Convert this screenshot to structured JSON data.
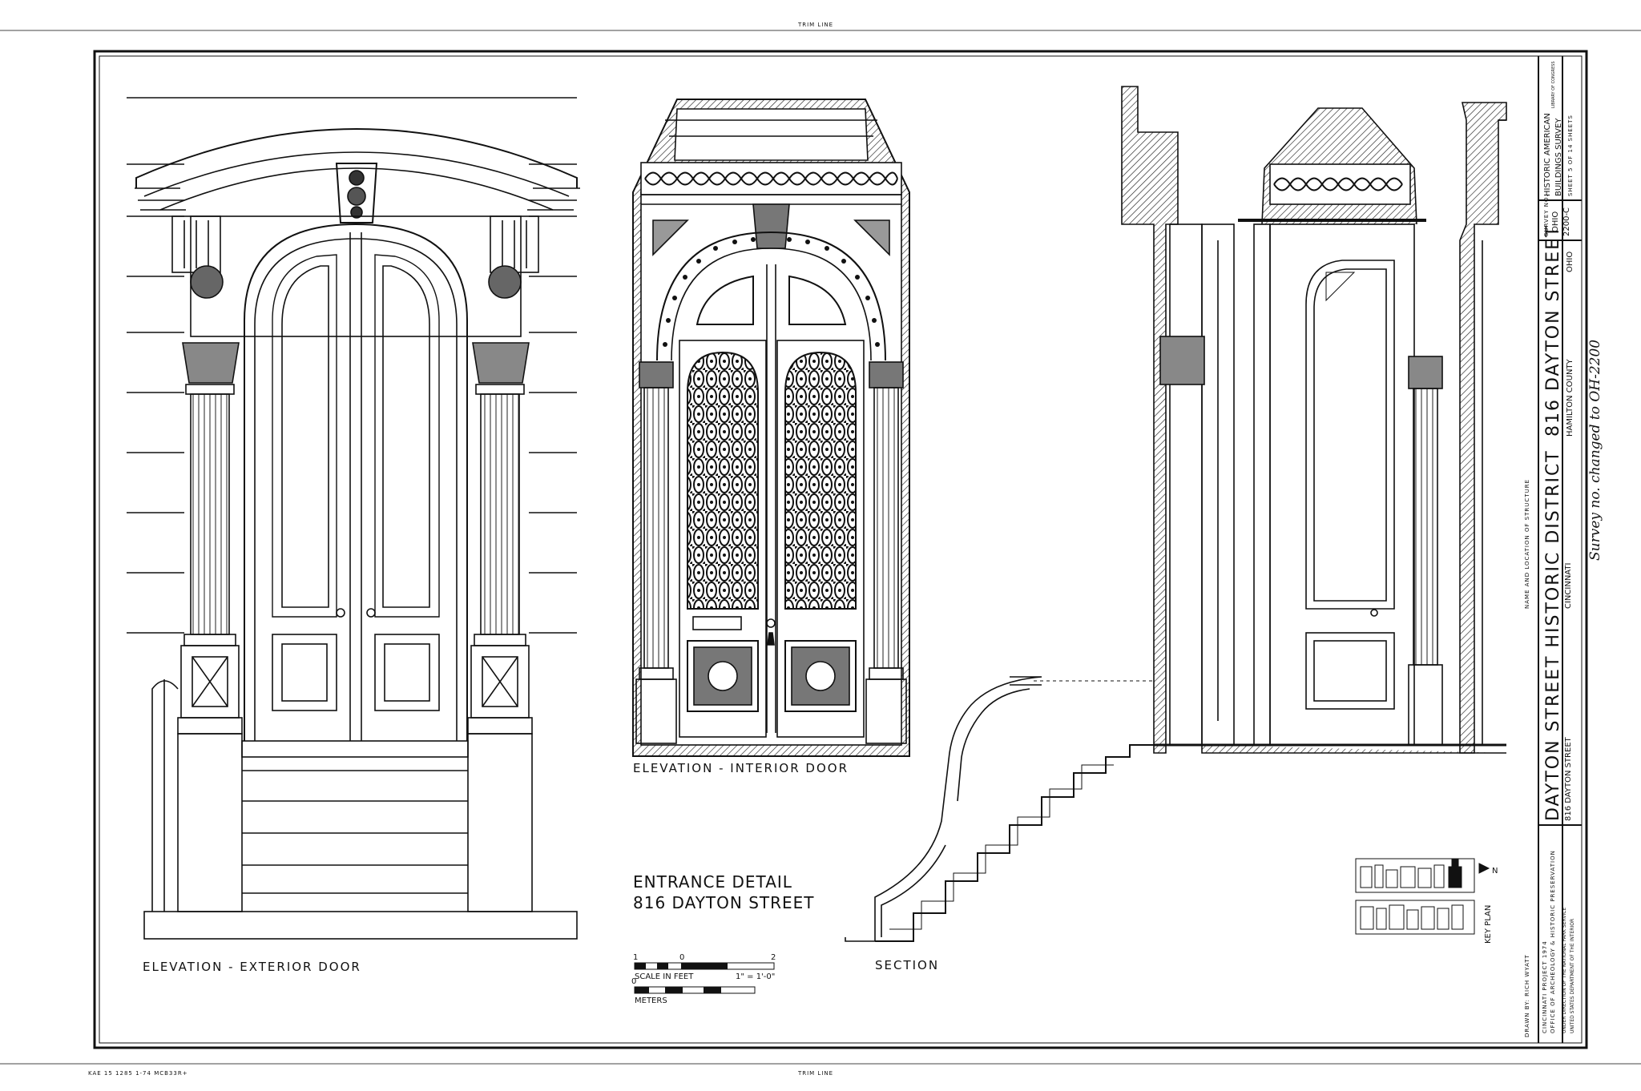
{
  "sheet": {
    "trim_line_label": "TRIM LINE",
    "print_code": "KAE 15 1285 1-74 MCB33R+"
  },
  "drawing": {
    "title_line1": "ENTRANCE DETAIL",
    "title_line2": "816 DAYTON STREET",
    "views": {
      "exterior_label": "ELEVATION - EXTERIOR DOOR",
      "interior_label": "ELEVATION - INTERIOR DOOR",
      "section_label": "SECTION"
    },
    "scale": {
      "feet_ticks": [
        "1",
        "0",
        "2"
      ],
      "feet_label": "SCALE IN FEET",
      "ratio": "1\" = 1'-0\"",
      "meters_tick": "0",
      "meters_label": "METERS"
    },
    "key_plan": {
      "label": "KEY PLAN",
      "north": "N"
    }
  },
  "title_block": {
    "drawn_by": "DRAWN BY: RICH WYATT",
    "project": "CINCINNATI PROJECT 1974",
    "office": "OFFICE OF ARCHEOLOGY & HISTORIC PRESERVATION",
    "direction": "UNDER DIRECTION OF THE NATIONAL PARK SERVICE",
    "department": "UNITED STATES DEPARTMENT OF THE INTERIOR",
    "district": "DAYTON STREET HISTORIC DISTRICT",
    "district_address": "816 DAYTON STREET",
    "district_city": "CINCINNATI",
    "name_location_label": "NAME AND LOCATION OF STRUCTURE",
    "structure_name": "816 DAYTON STREET",
    "county": "HAMILTON COUNTY",
    "state": "OHIO",
    "survey_label": "SURVEY NO.",
    "survey_state": "OHIO",
    "survey_number": "2200-C",
    "agency_line1": "HISTORIC AMERICAN",
    "agency_line2": "BUILDINGS SURVEY",
    "sheet_of": "SHEET 5 OF 14 SHEETS",
    "library_note": "LIBRARY OF CONGRESS",
    "handwritten_note": "Survey no. changed to OH-2200"
  }
}
